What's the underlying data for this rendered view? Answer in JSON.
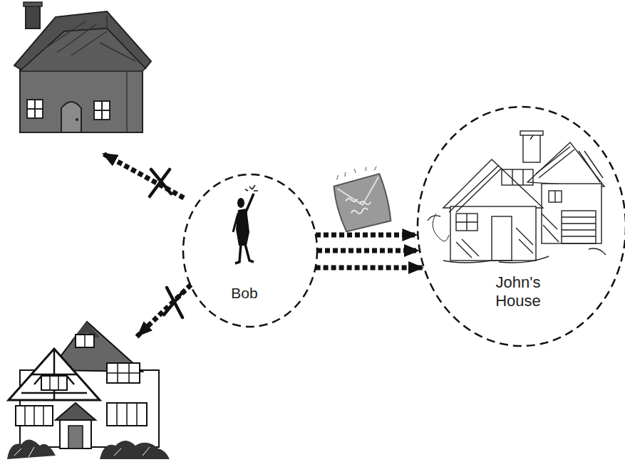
{
  "diagram": {
    "nodes": [
      {
        "text": [
          "Bob"
        ]
      },
      {
        "text": [
          "John's House"
        ]
      }
    ],
    "edges": [
      {
        "from": 0,
        "to": 1,
        "arrow": "to"
      },
      {
        "from": 0,
        "to": 1,
        "arrow": "to"
      },
      {
        "from": 0,
        "to": 1,
        "arrow": "to"
      }
    ]
  }
}
